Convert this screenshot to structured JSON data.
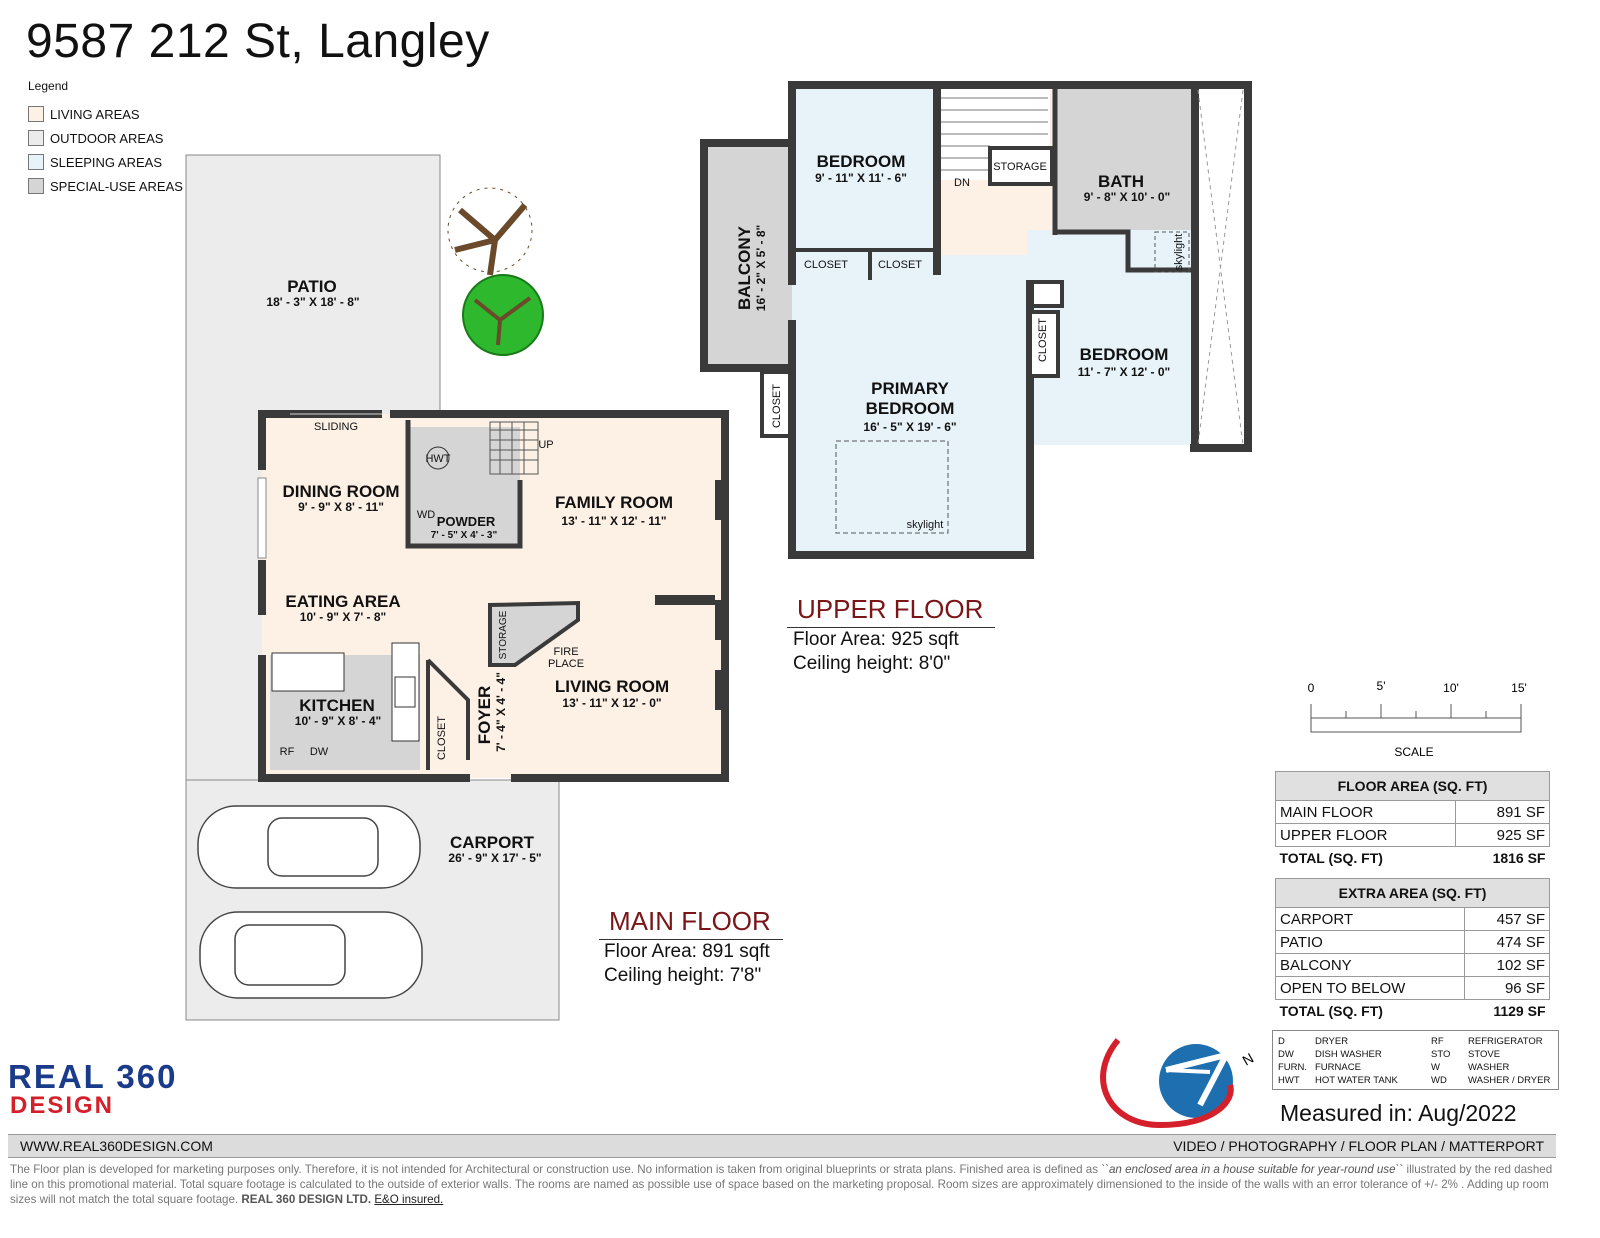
{
  "title": "9587 212 St, Langley",
  "legend": {
    "title": "Legend",
    "items": [
      {
        "label": "LIVING AREAS",
        "color": "#fdf1e6"
      },
      {
        "label": "OUTDOOR AREAS",
        "color": "#ececec"
      },
      {
        "label": "SLEEPING AREAS",
        "color": "#e8f3f9"
      },
      {
        "label": "SPECIAL-USE AREAS",
        "color": "#d5d5d5"
      }
    ]
  },
  "colors": {
    "living": "#fdf1e6",
    "outdoor": "#ececec",
    "sleeping": "#e8f3f9",
    "special": "#d5d5d5",
    "wall": "#3a3a3a",
    "heading": "#7a1518"
  },
  "rooms": {
    "patio": {
      "name": "PATIO",
      "dim": "18' - 3\" X 18' - 8\""
    },
    "dining": {
      "name": "DINING ROOM",
      "dim": "9' - 9\" X 8' - 11\""
    },
    "family": {
      "name": "FAMILY ROOM",
      "dim": "13' - 11\" X 12' - 11\""
    },
    "powder": {
      "name": "POWDER",
      "dim": "7' - 5\" X 4' - 3\""
    },
    "eating": {
      "name": "EATING AREA",
      "dim": "10' - 9\" X 7' - 8\""
    },
    "kitchen": {
      "name": "KITCHEN",
      "dim": "10' - 9\" X 8' - 4\""
    },
    "living": {
      "name": "LIVING ROOM",
      "dim": "13' - 11\" X 12' - 0\""
    },
    "foyer": {
      "name": "FOYER",
      "dim": "7' - 4\" X 4' - 4\""
    },
    "carport": {
      "name": "CARPORT",
      "dim": "26' - 9\" X 17' - 5\""
    },
    "bedroom1": {
      "name": "BEDROOM",
      "dim": "9' - 11\" X 11' - 6\""
    },
    "bath": {
      "name": "BATH",
      "dim": "9' - 8\" X 10' - 0\""
    },
    "balcony": {
      "name": "BALCONY",
      "dim": "16' - 2\" X 5' - 8\""
    },
    "primary": {
      "name": "PRIMARY BEDROOM",
      "name1": "PRIMARY",
      "name2": "BEDROOM",
      "dim": "16' - 5\" X 19' - 6\""
    },
    "bedroom2": {
      "name": "BEDROOM",
      "dim": "11' - 7\" X 12' - 0\""
    }
  },
  "labels": {
    "sliding": "SLIDING",
    "up": "UP",
    "dn": "DN",
    "hwt": "HWT",
    "wd": "WD",
    "storage": "STORAGE",
    "fireplace1": "FIRE",
    "fireplace2": "PLACE",
    "closet": "CLOSET",
    "skylight": "skylight",
    "rf": "RF",
    "dw": "DW"
  },
  "upper_floor": {
    "title": "UPPER FLOOR",
    "area": "Floor Area: 925 sqft",
    "ceiling": "Ceiling height: 8'0\""
  },
  "main_floor": {
    "title": "MAIN FLOOR",
    "area": "Floor Area: 891 sqft",
    "ceiling": "Ceiling height: 7'8\""
  },
  "scale": {
    "ticks": [
      "0",
      "5'",
      "10'",
      "15'"
    ],
    "label": "SCALE"
  },
  "floor_area": {
    "header": "FLOOR AREA (SQ. FT)",
    "rows": [
      {
        "label": "MAIN FLOOR",
        "value": "891 SF"
      },
      {
        "label": "UPPER FLOOR",
        "value": "925 SF"
      }
    ],
    "total": {
      "label": "TOTAL (SQ. FT)",
      "value": "1816 SF"
    }
  },
  "extra_area": {
    "header": "EXTRA AREA (SQ. FT)",
    "rows": [
      {
        "label": "CARPORT",
        "value": "457 SF"
      },
      {
        "label": "PATIO",
        "value": "474 SF"
      },
      {
        "label": "BALCONY",
        "value": "102 SF"
      },
      {
        "label": "OPEN TO BELOW",
        "value": "96 SF"
      }
    ],
    "total": {
      "label": "TOTAL (SQ. FT)",
      "value": "1129 SF"
    }
  },
  "abbreviations": [
    {
      "code": "D",
      "meaning": "DRYER"
    },
    {
      "code": "DW",
      "meaning": "DISH WASHER"
    },
    {
      "code": "FURN.",
      "meaning": "FURNACE"
    },
    {
      "code": "HWT",
      "meaning": "HOT WATER TANK"
    },
    {
      "code": "RF",
      "meaning": "REFRIGERATOR"
    },
    {
      "code": "STO",
      "meaning": "STOVE"
    },
    {
      "code": "W",
      "meaning": "WASHER"
    },
    {
      "code": "WD",
      "meaning": "WASHER / DRYER"
    }
  ],
  "compass": {
    "label": "N"
  },
  "logo": {
    "line1": "REAL 360",
    "line2": "DESIGN"
  },
  "measured": "Measured in: Aug/2022",
  "footer": {
    "website": "WWW.REAL360DESIGN.COM",
    "services": "VIDEO / PHOTOGRAPHY / FLOOR PLAN / MATTERPORT"
  },
  "disclaimer": {
    "part1": "The Floor plan is developed for marketing purposes only. Therefore, it is not intended for Architectural or construction use. No information is taken from original blueprints or strata plans. Finished area is defined as ",
    "italic": "``an enclosed area in a house suitable for year-round use``",
    "part2": " illustrated by the red dashed line on this promotional material. Total square footage is calculated to the outside of exterior walls. The rooms are named as possible use of space based on the marketing proposal. Room sizes are approximately dimensioned to the inside of the walls with an error tolerance of +/- 2% . Adding up room sizes will not match the total square footage. ",
    "company": "REAL 360 DESIGN LTD.",
    "insured": "E&O insured."
  }
}
